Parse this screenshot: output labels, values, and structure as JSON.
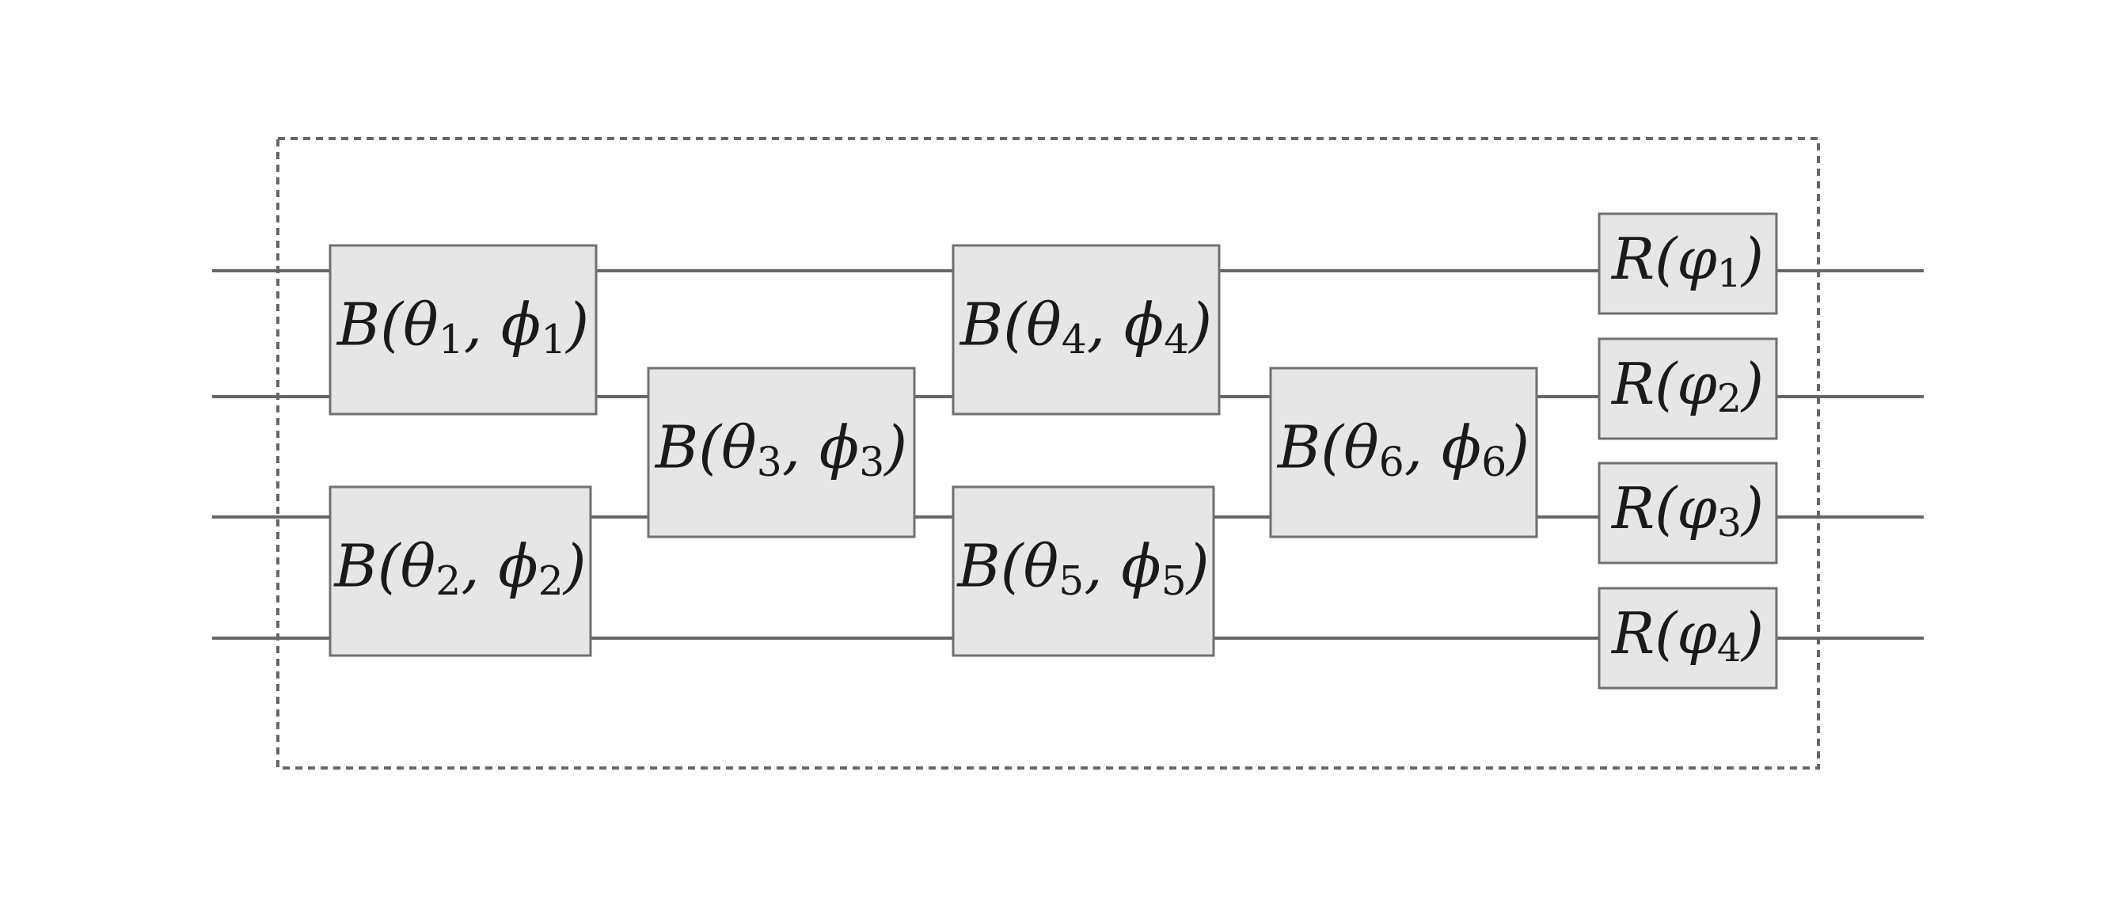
{
  "diagram": {
    "wires": 4,
    "gates": [
      {
        "id": "g1",
        "fn": "B",
        "a": "θ",
        "a_sub": "1",
        "b": "ϕ",
        "b_sub": "1",
        "wires": [
          0,
          1
        ]
      },
      {
        "id": "g2",
        "fn": "B",
        "a": "θ",
        "a_sub": "2",
        "b": "ϕ",
        "b_sub": "2",
        "wires": [
          2,
          3
        ]
      },
      {
        "id": "g3",
        "fn": "B",
        "a": "θ",
        "a_sub": "3",
        "b": "ϕ",
        "b_sub": "3",
        "wires": [
          1,
          2
        ]
      },
      {
        "id": "g4",
        "fn": "B",
        "a": "θ",
        "a_sub": "4",
        "b": "ϕ",
        "b_sub": "4",
        "wires": [
          0,
          1
        ]
      },
      {
        "id": "g5",
        "fn": "B",
        "a": "θ",
        "a_sub": "5",
        "b": "ϕ",
        "b_sub": "5",
        "wires": [
          2,
          3
        ]
      },
      {
        "id": "g6",
        "fn": "B",
        "a": "θ",
        "a_sub": "6",
        "b": "ϕ",
        "b_sub": "6",
        "wires": [
          1,
          2
        ]
      },
      {
        "id": "r1",
        "fn": "R",
        "a": "φ",
        "a_sub": "1",
        "wires": [
          0
        ]
      },
      {
        "id": "r2",
        "fn": "R",
        "a": "φ",
        "a_sub": "2",
        "wires": [
          1
        ]
      },
      {
        "id": "r3",
        "fn": "R",
        "a": "φ",
        "a_sub": "3",
        "wires": [
          2
        ]
      },
      {
        "id": "r4",
        "fn": "R",
        "a": "φ",
        "a_sub": "4",
        "wires": [
          3
        ]
      }
    ],
    "colors": {
      "wire": "#666666",
      "gate_fill": "#e6e6e6",
      "gate_border": "#707070",
      "text": "#1a1a1a"
    }
  }
}
